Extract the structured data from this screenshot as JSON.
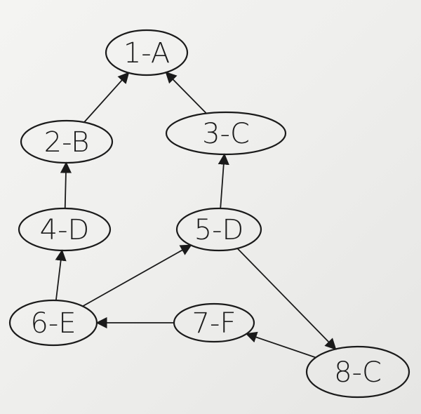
{
  "diagram": {
    "nodes": [
      {
        "id": "n1",
        "label": "1-A"
      },
      {
        "id": "n2",
        "label": "2-B"
      },
      {
        "id": "n3",
        "label": "3-C"
      },
      {
        "id": "n4",
        "label": "4-D"
      },
      {
        "id": "n5",
        "label": "5-D"
      },
      {
        "id": "n6",
        "label": "6-E"
      },
      {
        "id": "n7",
        "label": "7-F"
      },
      {
        "id": "n8",
        "label": "8-C"
      }
    ],
    "edges": [
      {
        "from": "n2",
        "to": "n1"
      },
      {
        "from": "n3",
        "to": "n1"
      },
      {
        "from": "n4",
        "to": "n2"
      },
      {
        "from": "n5",
        "to": "n3"
      },
      {
        "from": "n6",
        "to": "n4"
      },
      {
        "from": "n6",
        "to": "n5"
      },
      {
        "from": "n7",
        "to": "n6"
      },
      {
        "from": "n8",
        "to": "n7"
      },
      {
        "from": "n5",
        "to": "n8"
      }
    ]
  }
}
